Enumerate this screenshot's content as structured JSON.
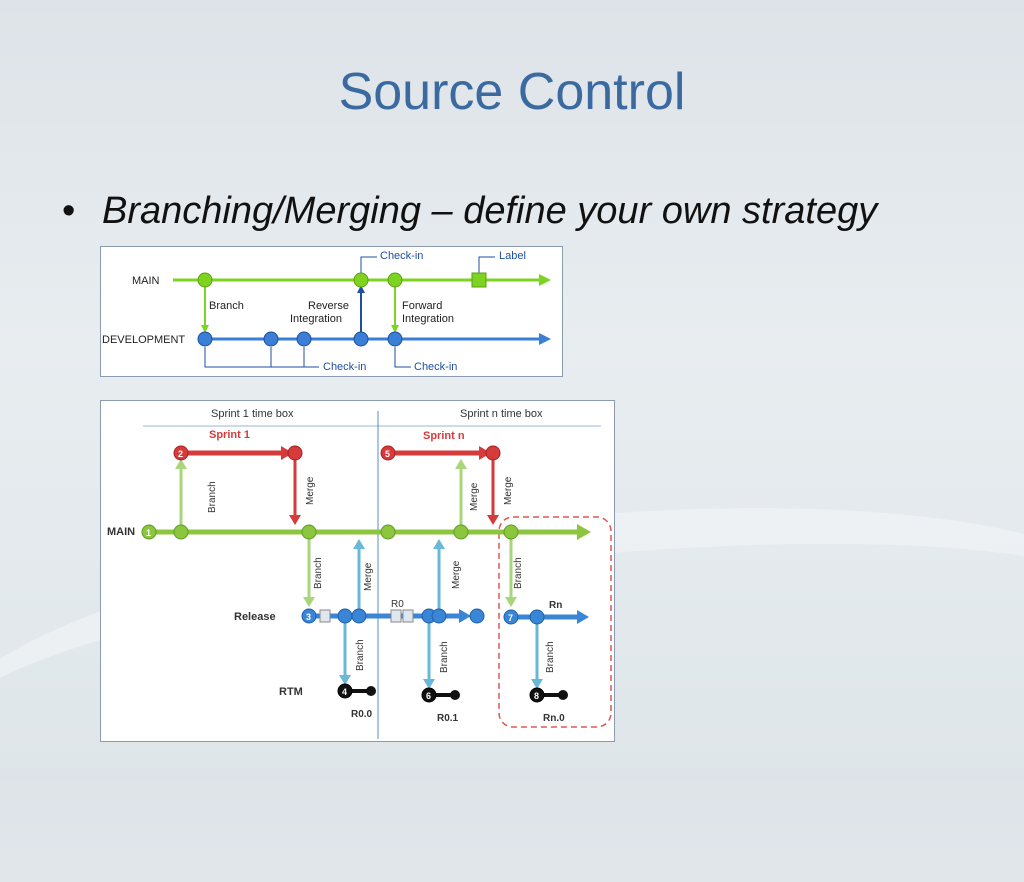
{
  "slide": {
    "title": "Source Control",
    "bullet": "Branching/Merging – define your own strategy"
  },
  "diagram1": {
    "main_label": "MAIN",
    "development_label": "DEVELOPMENT",
    "checkin_top": "Check-in",
    "label_top": "Label",
    "branch": "Branch",
    "reverse_integration_1": "Reverse",
    "reverse_integration_2": "Integration",
    "forward_integration_1": "Forward",
    "forward_integration_2": "Integration",
    "checkin_bottom_1": "Check-in",
    "checkin_bottom_2": "Check-in",
    "colors": {
      "main": "#7ed321",
      "development": "#3a7fd5"
    }
  },
  "diagram2": {
    "header_left": "Sprint 1 time box",
    "header_right": "Sprint n time box",
    "sprint1": "Sprint 1",
    "sprintn": "Sprint n",
    "main_label": "MAIN",
    "release_label": "Release",
    "rtm_label": "RTM",
    "branch": "Branch",
    "merge": "Merge",
    "r0": "R0",
    "rn": "Rn",
    "r00": "R0.0",
    "r01": "R0.1",
    "rn0": "Rn.0",
    "node_numbers": [
      "1",
      "2",
      "3",
      "4",
      "5",
      "6",
      "7",
      "8"
    ],
    "colors": {
      "sprint": "#d63a3a",
      "main": "#8cc63f",
      "release": "#3a86d6",
      "rtm": "#111111"
    }
  }
}
